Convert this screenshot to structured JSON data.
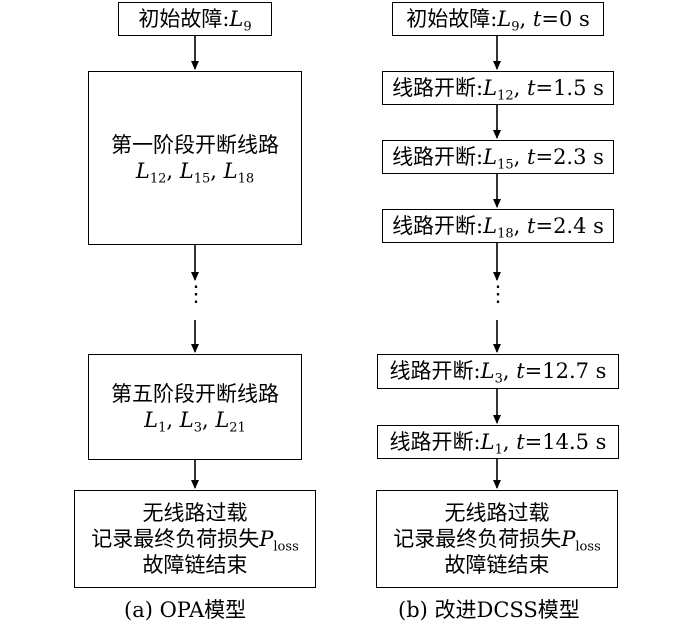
{
  "opa": {
    "start": {
      "label": "初始故障:",
      "line": "L",
      "line_sub": "9"
    },
    "stage1": {
      "title": "第一阶段开断线路",
      "lines": [
        {
          "l": "L",
          "s": "12",
          "sep": ", "
        },
        {
          "l": "L",
          "s": "15",
          "sep": ", "
        },
        {
          "l": "L",
          "s": "18",
          "sep": ""
        }
      ]
    },
    "ellipsis": "⋮",
    "stage5": {
      "title": "第五阶段开断线路",
      "lines": [
        {
          "l": "L",
          "s": "1",
          "sep": ", "
        },
        {
          "l": "L",
          "s": "3",
          "sep": ", "
        },
        {
          "l": "L",
          "s": "21",
          "sep": ""
        }
      ]
    },
    "end": {
      "line1": "无线路过载",
      "line2_prefix": "记录最终负荷损失",
      "p": "P",
      "p_sub": "loss",
      "line3": "故障链结束"
    },
    "caption": "(a)  OPA模型"
  },
  "dcss": {
    "start": {
      "label": "初始故障:",
      "line": "L",
      "line_sub": "9",
      "sep": ", ",
      "t": "t",
      "t_val": "=0 s"
    },
    "trips_label": "线路开断:",
    "trips": [
      {
        "line": "L",
        "sub": "12",
        "sep": ", ",
        "t": "t",
        "val": "=1.5 s"
      },
      {
        "line": "L",
        "sub": "15",
        "sep": ", ",
        "t": "t",
        "val": "=2.3 s"
      },
      {
        "line": "L",
        "sub": "18",
        "sep": ", ",
        "t": "t",
        "val": "=2.4 s"
      },
      {
        "line": "L",
        "sub": "3",
        "sep": ", ",
        "t": "t",
        "val": "=12.7 s"
      },
      {
        "line": "L",
        "sub": "1",
        "sep": ", ",
        "t": "t",
        "val": "=14.5 s"
      }
    ],
    "ellipsis": "⋮",
    "end": {
      "line1": "无线路过载",
      "line2_prefix": "记录最终负荷损失",
      "p": "P",
      "p_sub": "loss",
      "line3": "故障链结束"
    },
    "caption": "(b)  改进DCSS模型"
  },
  "colors": {
    "stroke": "#000000",
    "fill": "#ffffff"
  }
}
